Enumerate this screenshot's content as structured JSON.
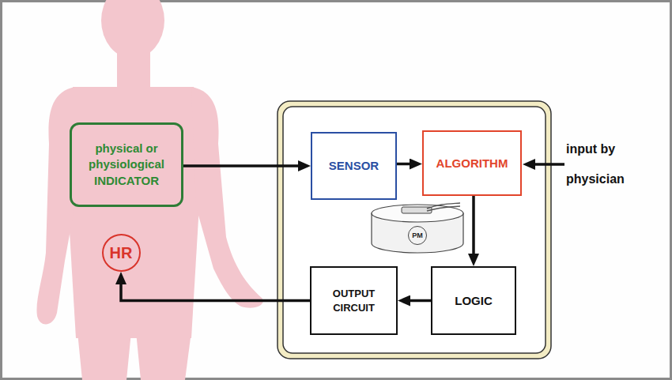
{
  "diagram": {
    "nodes": [
      {
        "text": [
          "physical or physiological INDICATOR"
        ]
      },
      {
        "text": [
          "SENSOR"
        ]
      },
      {
        "text": [
          "ALGORITHM"
        ]
      },
      {
        "text": [
          "PM"
        ]
      },
      {
        "text": [
          "HR"
        ]
      },
      {
        "text": [
          "OUTPUT CIRCUIT"
        ]
      },
      {
        "text": [
          "LOGIC"
        ]
      }
    ],
    "edges": [
      {
        "from": 0,
        "to": 1,
        "arrow": "to"
      },
      {
        "from": 1,
        "to": 2,
        "arrow": "to"
      },
      {
        "from": 2,
        "to": 6,
        "arrow": "to"
      },
      {
        "from": 6,
        "to": 5,
        "arrow": "to"
      },
      {
        "from": 5,
        "to": 4,
        "arrow": "to"
      }
    ],
    "labels": [
      "input by physician"
    ]
  }
}
